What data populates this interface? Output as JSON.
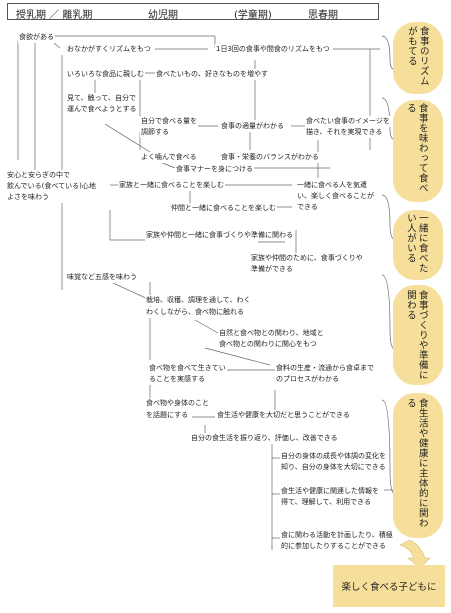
{
  "header": {
    "period1": "授乳期 ／ 離乳期",
    "period2": "幼児期",
    "period3": "(学童期)",
    "period4": "思春期"
  },
  "goals": {
    "rhythm": "食事のリズムがもてる",
    "taste": "食事を味わって食べる",
    "together": "一緒に食べたい人がいる",
    "prepare": "食事づくりや準備に関わる",
    "health": "食生活や健康に主体的に関わる",
    "final": "楽しく食べる子どもに"
  },
  "nodes": {
    "appetite": "食欲がある",
    "peace_line1": "安心と安らぎの中で",
    "peace_line2": "飲んでいる(食べている)心地よさを味わう",
    "hungry_rhythm": "おなかがすくリズムをもつ",
    "meals_rhythm": "1日3回の食事や間食のリズムをもつ",
    "various_foods": "いろいろな食品に親しむ",
    "more_foods": "食べたいもの、好きなものを増やす",
    "see_touch_line1": "見て、触って、自分で",
    "see_touch_line2": "運んで食べようとする",
    "self_amount_line1": "自分で食べる量を",
    "self_amount_line2": "調節する",
    "appropriate_amount": "食事の適量がわかる",
    "image_line1": "食べたい食事のイメージを",
    "image_line2": "描き、それを実現できる",
    "chew_well": "よく噛んで食べる",
    "manners": "食事マナーを身につける",
    "balance": "食事・栄養のバランスがわかる",
    "family_enjoy": "家族と一緒に食べることを楽しむ",
    "friends_enjoy": "仲間と一緒に食べることを楽しむ",
    "care_line1": "一緒に食べる人を気遣",
    "care_line2": "い、楽しく食べることが",
    "care_line3": "できる",
    "family_friends_prep": "家族や仲間と一緒に食事づくりや準備に関わる",
    "for_family_line1": "家族や仲間のために、食事づくりや",
    "for_family_line2": "準備ができる",
    "five_senses": "味覚など五感を味わう",
    "cultivate_line1": "栽培、収穫、調理を通して、わく",
    "cultivate_line2": "わくしながら、食べ物に触れる",
    "nature_line1": "自然と食べ物との関わり、地域と",
    "nature_line2": "食べ物との関わりに関心をもつ",
    "live_line1": "食べ物を食べて生きてい",
    "live_line2": "ることを実感する",
    "process_line1": "食料の生産・流通から食卓まで",
    "process_line2": "のプロセスがわかる",
    "topic_line1": "食べ物や身体のこと",
    "topic_line2": "を話題にする",
    "health_important": "食生活や健康を大切だと思うことができる",
    "reflect": "自分の食生活を振り返り、評価し、改善できる",
    "body_line1": "自分の身体の成長や体調の変化を",
    "body_line2": "知り、自分の身体を大切にできる",
    "info_line1": "食生活や健康に関連した情報を",
    "info_line2": "得て、理解して、利用できる",
    "plan_line1": "食に関わる活動を計画したり、積極",
    "plan_line2": "的に参加したりすることができる"
  }
}
